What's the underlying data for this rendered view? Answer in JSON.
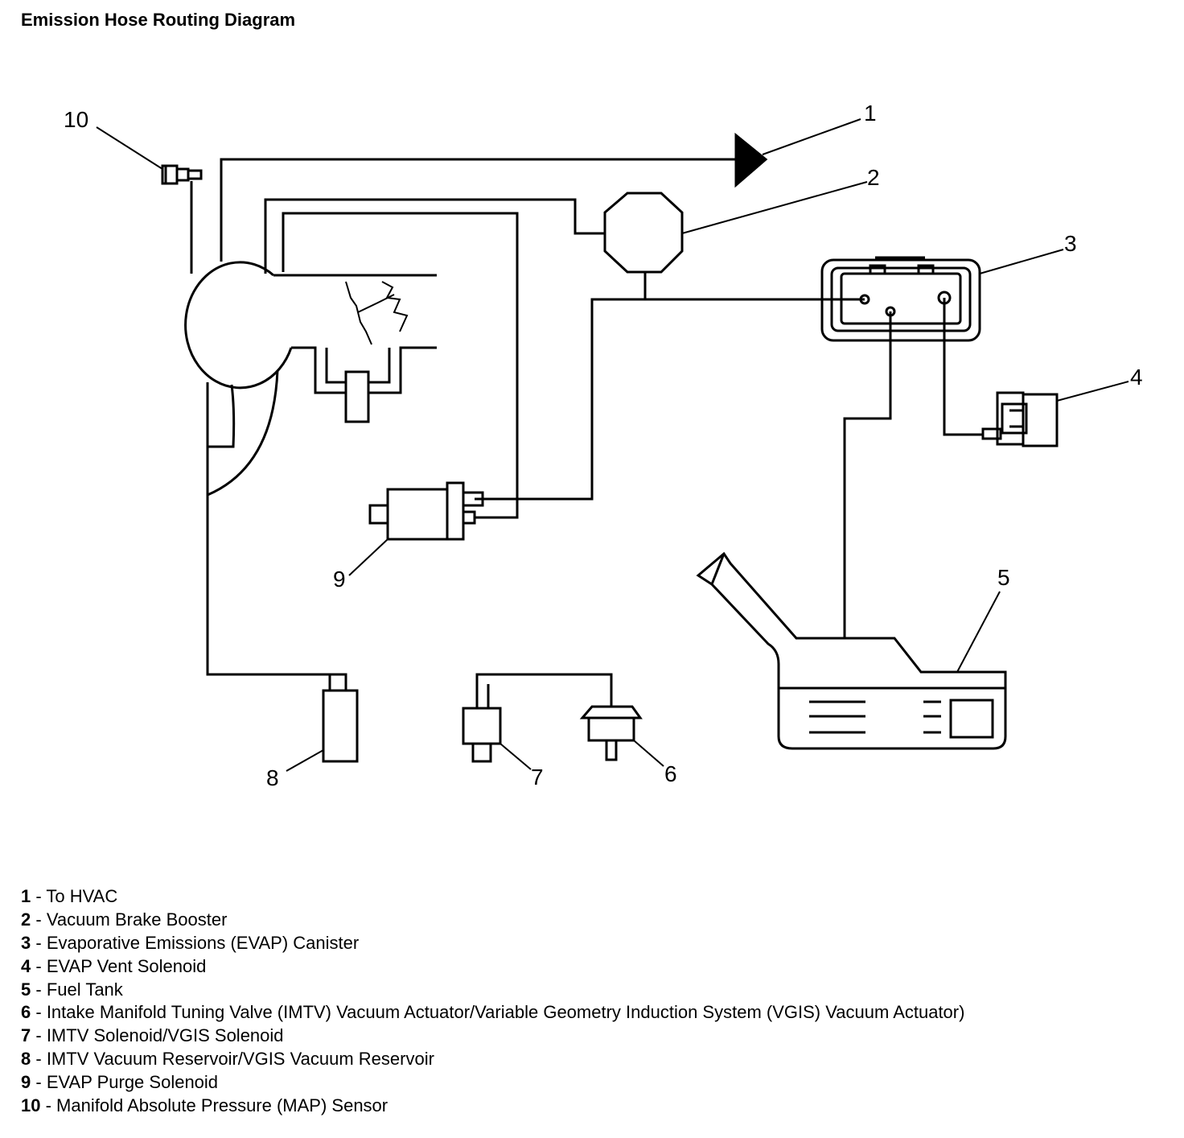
{
  "title": "Emission Hose Routing Diagram",
  "callouts": {
    "c1": "1",
    "c2": "2",
    "c3": "3",
    "c4": "4",
    "c5": "5",
    "c6": "6",
    "c7": "7",
    "c8": "8",
    "c9": "9",
    "c10": "10"
  },
  "legend": [
    {
      "num": "1",
      "sep": " - ",
      "text": "To HVAC"
    },
    {
      "num": "2",
      "sep": " - ",
      "text": "Vacuum Brake Booster"
    },
    {
      "num": "3",
      "sep": " - ",
      "text": "Evaporative Emissions (EVAP) Canister"
    },
    {
      "num": "4",
      "sep": " - ",
      "text": "EVAP Vent Solenoid"
    },
    {
      "num": "5",
      "sep": " - ",
      "text": "Fuel Tank"
    },
    {
      "num": "6",
      "sep": " - ",
      "text": "Intake Manifold Tuning Valve (IMTV) Vacuum Actuator/Variable Geometry Induction System (VGIS) Vacuum Actuator)"
    },
    {
      "num": "7",
      "sep": " - ",
      "text": "IMTV Solenoid/VGIS Solenoid"
    },
    {
      "num": "8",
      "sep": " - ",
      "text": "IMTV Vacuum Reservoir/VGIS Vacuum Reservoir"
    },
    {
      "num": "9",
      "sep": " - ",
      "text": "EVAP Purge Solenoid"
    },
    {
      "num": "10",
      "sep": " - ",
      "text": "Manifold Absolute Pressure (MAP) Sensor"
    }
  ]
}
